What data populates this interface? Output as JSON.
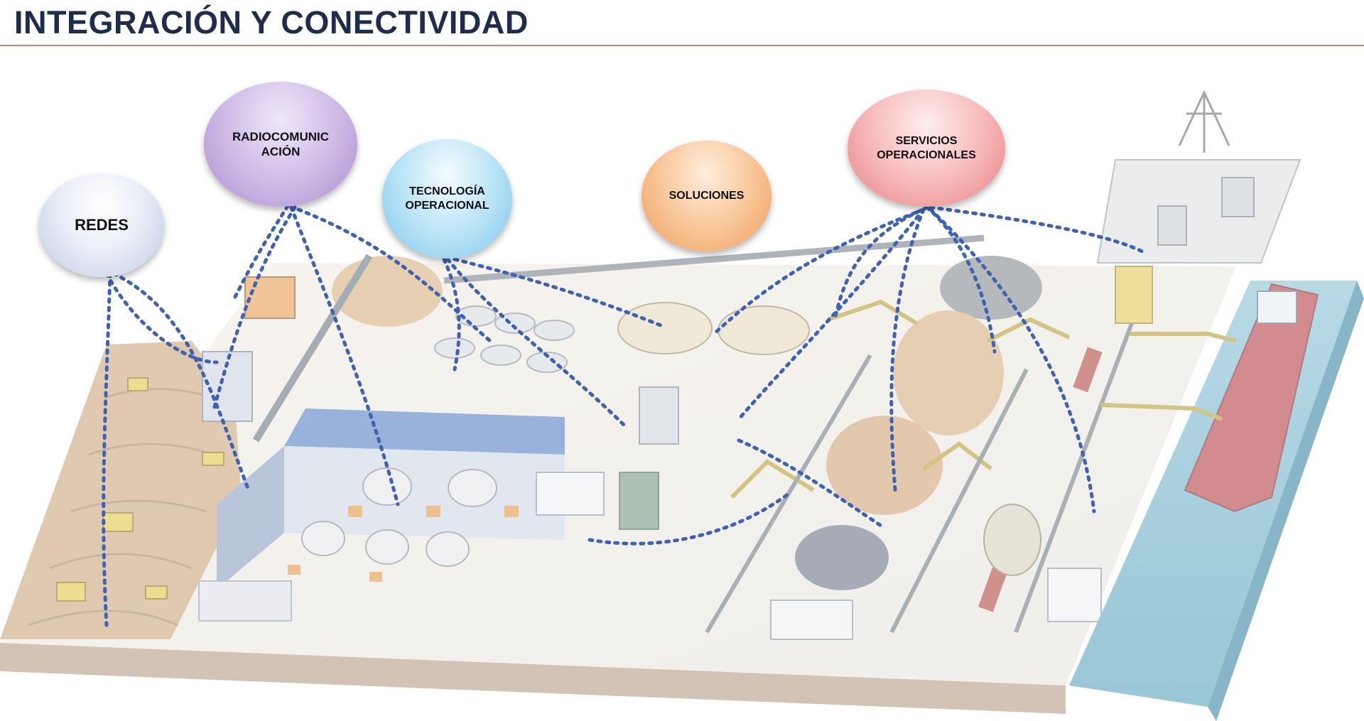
{
  "title": "INTEGRACIÓN Y CONECTIVIDAD",
  "bubbles": {
    "redes": "REDES",
    "radiocomunicacion": "RADIOCOMUNIC\nACIÓN",
    "tecnologia_operacional": "TECNOLOGÍA\nOPERACIONAL",
    "soluciones": "SOLUCIONES",
    "servicios_operacionales": "SERVICIOS\nOPERACIONALES"
  },
  "colors": {
    "title": "#1f2d4c",
    "rule": "#e07a66",
    "connector": "#3f63b1",
    "water": "#5ba3bd"
  }
}
